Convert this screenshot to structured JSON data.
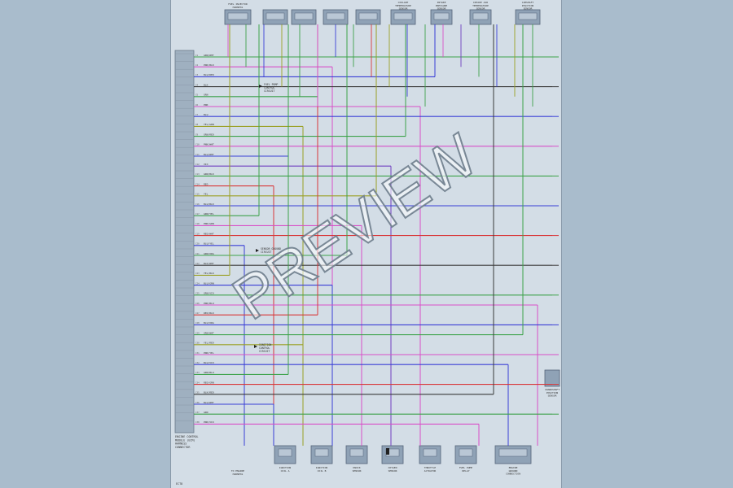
{
  "diagram": {
    "watermark": "PREVIEW",
    "footer_code": "ECT8",
    "top_connectors": [
      {
        "label": "FUEL INJECTOR\nHARNESS"
      },
      {
        "label": ""
      },
      {
        "label": ""
      },
      {
        "label": ""
      },
      {
        "label": ""
      },
      {
        "label": "COOLANT\nTEMPERATURE\nSENSOR"
      },
      {
        "label": "INTAKE\nPRESSURE\nSENSOR"
      },
      {
        "label": "INTAKE AIR\nTEMPERATURE\nSENSOR"
      },
      {
        "label": "CAMSHAFT\nPOSITION\nSENSOR"
      }
    ],
    "bottom_connectors": [
      {
        "label": "IGNITION\nCOIL A"
      },
      {
        "label": "IGNITION\nCOIL B"
      },
      {
        "label": "KNOCK\nSENSOR"
      },
      {
        "label": "OXYGEN\nSENSOR"
      },
      {
        "label": "THROTTLE\nACTUATOR"
      },
      {
        "label": "FUEL PUMP\nRELAY"
      },
      {
        "label": "ENGINE\nGROUND\nCONNECTION"
      }
    ],
    "right_sensor": {
      "label": "CRANKSHAFT\nPOSITION\nSENSOR"
    },
    "ecu_label": "ENGINE CONTROL\nMODULE (ECM)\nHARNESS\nCONNECTOR",
    "left_bottom_label": "TO ENGINE\nHARNESS",
    "annotations": [
      {
        "text": "FUEL PUMP\nCONTROL\nCIRCUIT"
      },
      {
        "text": "SENSOR GROUND\nCIRCUIT"
      },
      {
        "text": "IGNITION\nCONTROL\nCIRCUIT"
      }
    ],
    "colors": {
      "blue": "#3a3fd6",
      "green": "#3da24a",
      "pink": "#d850c8",
      "red": "#d8383a",
      "olive": "#9aa024",
      "black": "#3a3a3a",
      "purple": "#7040c0",
      "cyan": "#4aa6c8"
    },
    "wires": [
      {
        "color": "green",
        "label": "GRN/WHT"
      },
      {
        "color": "pink",
        "label": "PNK/BLK"
      },
      {
        "color": "blue",
        "label": "BLU/RED"
      },
      {
        "color": "black",
        "label": "BLK"
      },
      {
        "color": "green",
        "label": "GRN"
      },
      {
        "color": "pink",
        "label": "PNK"
      },
      {
        "color": "blue",
        "label": "BLU"
      },
      {
        "color": "olive",
        "label": "YEL/GRN"
      },
      {
        "color": "green",
        "label": "GRN/RED"
      },
      {
        "color": "pink",
        "label": "PNK/WHT"
      },
      {
        "color": "blue",
        "label": "BLU/WHT"
      },
      {
        "color": "purple",
        "label": "VIO"
      },
      {
        "color": "green",
        "label": "GRN/BLK"
      },
      {
        "color": "red",
        "label": "RED"
      },
      {
        "color": "olive",
        "label": "YEL"
      },
      {
        "color": "blue",
        "label": "BLU/BLK"
      },
      {
        "color": "green",
        "label": "GRN/YEL"
      },
      {
        "color": "pink",
        "label": "PNK/GRN"
      },
      {
        "color": "red",
        "label": "RED/WHT"
      },
      {
        "color": "blue",
        "label": "BLU/YEL"
      },
      {
        "color": "green",
        "label": "GRN/ORG"
      },
      {
        "color": "black",
        "label": "BLK/WHT"
      },
      {
        "color": "olive",
        "label": "YEL/BLK"
      },
      {
        "color": "blue",
        "label": "BLU/GRN"
      },
      {
        "color": "green",
        "label": "GRN/VIO"
      },
      {
        "color": "pink",
        "label": "PNK/BLU"
      },
      {
        "color": "red",
        "label": "RED/BLK"
      },
      {
        "color": "blue",
        "label": "BLU/ORG"
      },
      {
        "color": "green",
        "label": "GRN/WHT"
      },
      {
        "color": "olive",
        "label": "YEL/RED"
      },
      {
        "color": "pink",
        "label": "PNK/YEL"
      },
      {
        "color": "blue",
        "label": "BLU/VIO"
      },
      {
        "color": "green",
        "label": "GRN/BLU"
      },
      {
        "color": "red",
        "label": "RED/GRN"
      },
      {
        "color": "black",
        "label": "BLK/RED"
      },
      {
        "color": "blue",
        "label": "BLU/WHT"
      },
      {
        "color": "green",
        "label": "GRN"
      },
      {
        "color": "pink",
        "label": "PNK/VIO"
      }
    ]
  }
}
